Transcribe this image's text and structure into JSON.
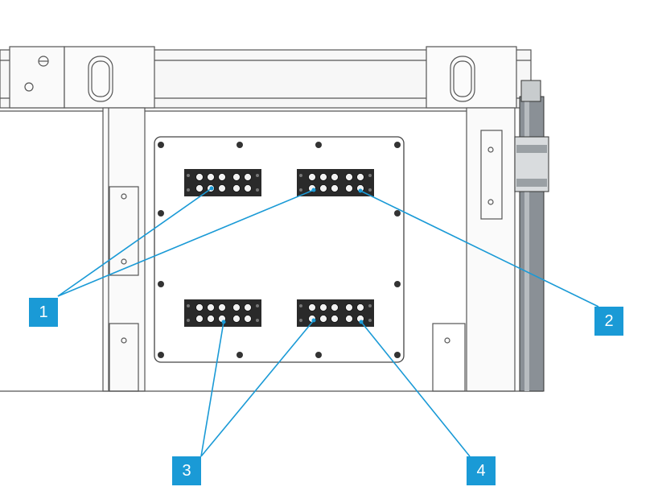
{
  "callouts": [
    {
      "id": 1,
      "label": "1"
    },
    {
      "id": 2,
      "label": "2"
    },
    {
      "id": 3,
      "label": "3"
    },
    {
      "id": 4,
      "label": "4"
    }
  ],
  "colors": {
    "callout": "#1a9ad6",
    "leader_line": "#1a9ad6",
    "frame_line": "#555555",
    "terminal_block": "#2a2a2a",
    "pipe": "#8a9096"
  }
}
